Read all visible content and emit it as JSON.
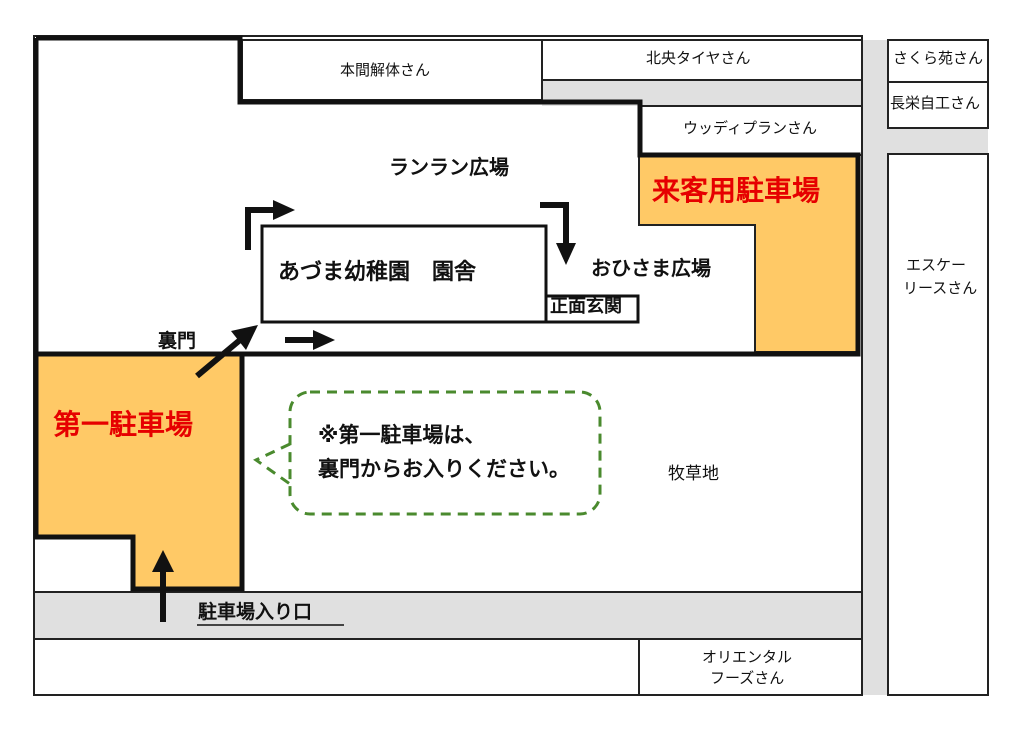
{
  "map": {
    "neighbors": {
      "honma": "本間解体さん",
      "hokuou": "北央タイヤさん",
      "sakura": "さくら苑さん",
      "nagae": "長栄自工さん",
      "woody": "ウッディプランさん",
      "esq_line1": "エスケー",
      "esq_line2": "リースさん",
      "oriental_line1": "オリエンタル",
      "oriental_line2": "フーズさん"
    },
    "areas": {
      "ranran": "ランラン広場",
      "ohisama": "おひさま広場",
      "kindergarten": "あづま幼稚園　園舎",
      "main_entrance": "正面玄関",
      "back_gate": "裏門",
      "pasture": "牧草地"
    },
    "parking": {
      "visitor": "来客用駐車場",
      "first": "第一駐車場",
      "entrance": "駐車場入り口"
    },
    "note": {
      "line1": "※第一駐車場は、",
      "line2": "裏門からお入りください。"
    },
    "colors": {
      "parking_fill": "#ffc966",
      "road_fill": "#e0e0e0",
      "note_border": "#4a8a2e",
      "highlight_text": "#e60000"
    },
    "icons": [
      "arrow-icon"
    ]
  }
}
